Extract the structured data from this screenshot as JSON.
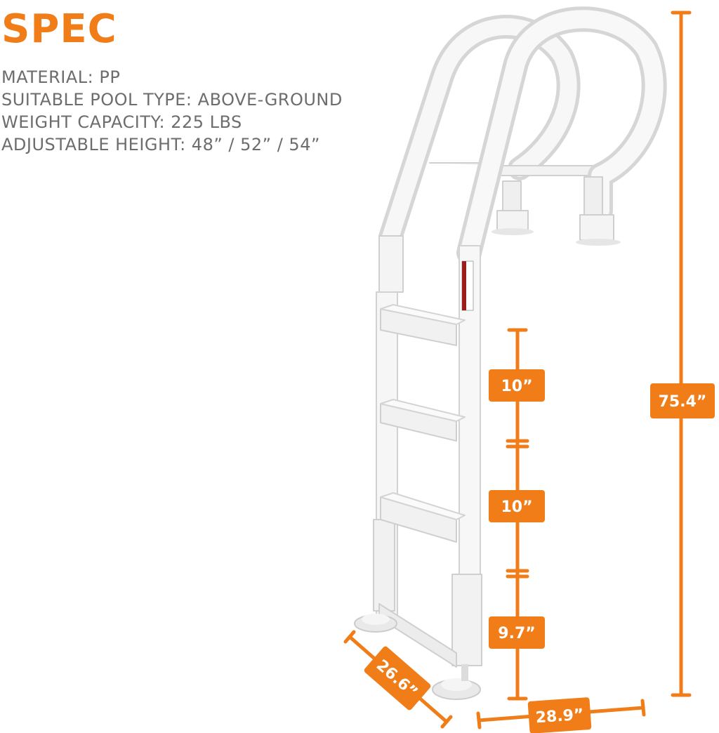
{
  "header": {
    "title": "SPEC"
  },
  "specs": [
    "MATERIAL: PP",
    "SUITABLE POOL TYPE: ABOVE-GROUND",
    "WEIGHT CAPACITY: 225 LBS",
    "ADJUSTABLE HEIGHT: 48” / 52” / 54”"
  ],
  "dimensions": {
    "total_height": "75.4”",
    "step_spacing_1": "10”",
    "step_spacing_2": "10”",
    "step_spacing_3": "9.7”",
    "depth": "26.6”",
    "width": "28.9”"
  },
  "colors": {
    "accent": "#f07d18",
    "text": "#6d6d6d"
  }
}
